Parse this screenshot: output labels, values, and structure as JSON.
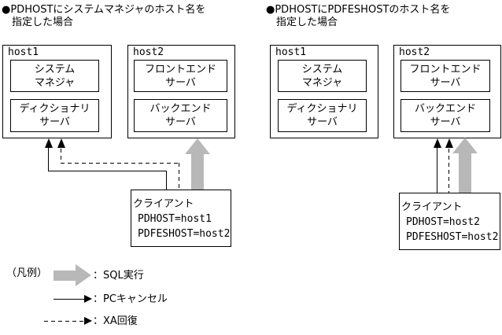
{
  "left": {
    "title1": "●PDHOSTにシステムマネジャのホスト名を",
    "title2": "指定した場合",
    "host1_label": "host1",
    "sysmgr_l1": "システム",
    "sysmgr_l2": "マネジャ",
    "dict_l1": "ディクショナリ",
    "dict_l2": "サーバ",
    "host2_label": "host2",
    "fes_l1": "フロントエンド",
    "fes_l2": "サーバ",
    "bes_l1": "バックエンド",
    "bes_l2": "サーバ",
    "client_title": "クライアント",
    "client_env1": "PDHOST=host1",
    "client_env2": "PDFESHOST=host2"
  },
  "right": {
    "title1": "●PDHOSTにPDFESHOSTのホスト名を",
    "title2": "指定した場合",
    "host1_label": "host1",
    "sysmgr_l1": "システム",
    "sysmgr_l2": "マネジャ",
    "dict_l1": "ディクショナリ",
    "dict_l2": "サーバ",
    "host2_label": "host2",
    "fes_l1": "フロントエンド",
    "fes_l2": "サーバ",
    "bes_l1": "バックエンド",
    "bes_l2": "サーバ",
    "client_title": "クライアント",
    "client_env1": "PDHOST=host2",
    "client_env2": "PDFESHOST=host2"
  },
  "legend": {
    "label": "（凡例）",
    "sql_label": "：SQL実行",
    "pc_label": "：PCキャンセル",
    "xa_label": "：XA回復"
  },
  "colors": {
    "arrow_gray": "#b8b8b8",
    "line_black": "#000000"
  }
}
